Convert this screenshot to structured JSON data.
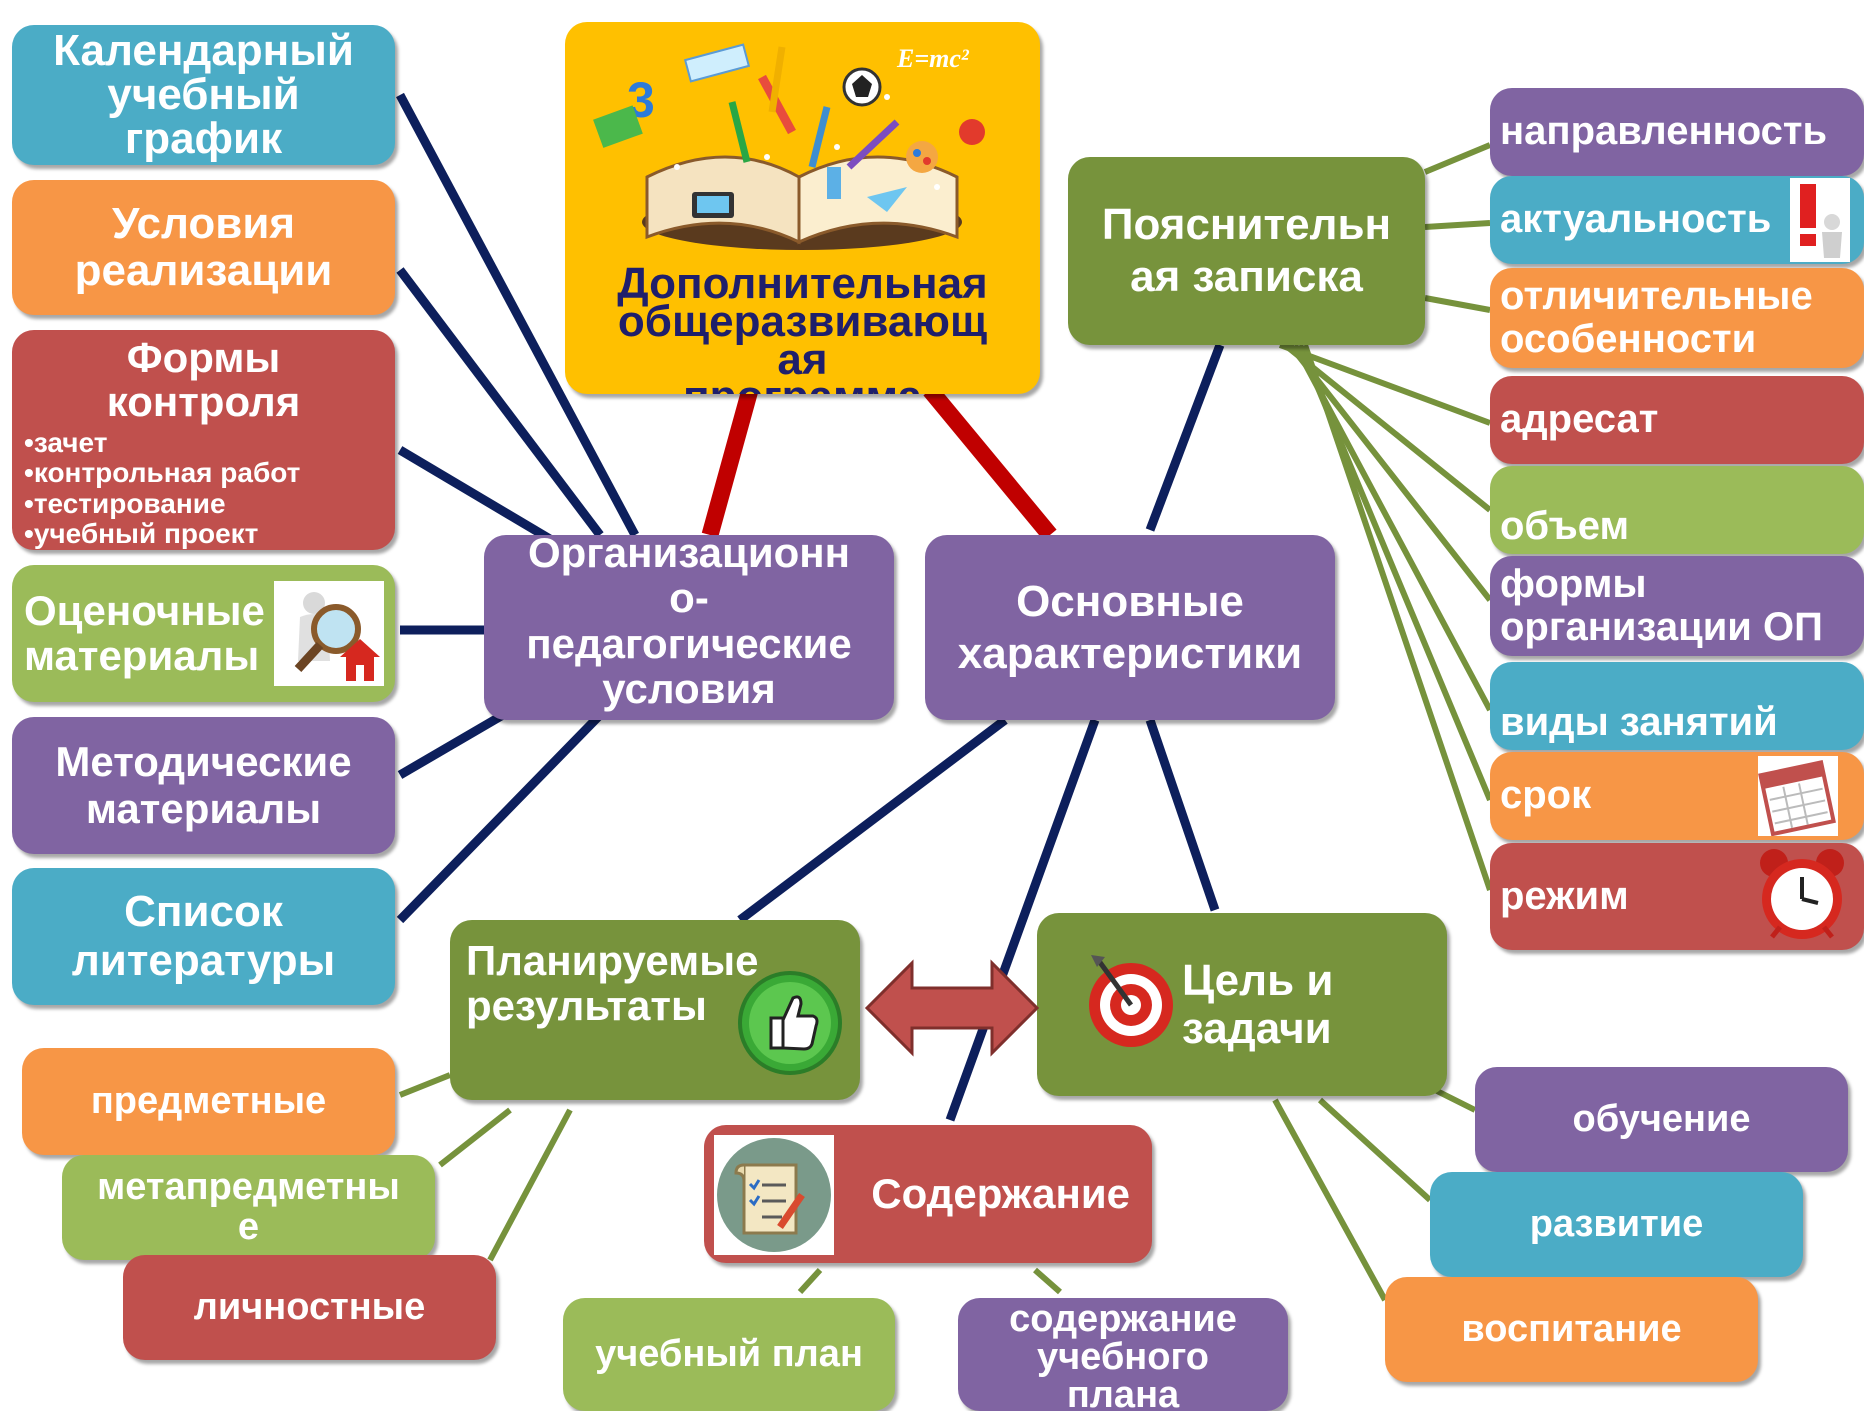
{
  "center": {
    "title_lines": [
      "Дополнительная",
      "общеразвивающ",
      "ая",
      "программа"
    ],
    "formula_text": "E=mc²",
    "colors": {
      "bg": "#ffc000",
      "title": "#1f1f6b"
    }
  },
  "main_nodes": {
    "org": [
      "Организационн",
      "о-",
      "педагогические",
      "условия"
    ],
    "osn": [
      "Основные",
      "характеристики"
    ],
    "poyasn": [
      "Пояснительн",
      "ая записка"
    ],
    "plan": [
      "Планируемые",
      "результаты"
    ],
    "cel": [
      "Цель и",
      "задачи"
    ],
    "soderzh": "Содержание"
  },
  "left_items": {
    "kalendar": [
      "Календарный",
      "учебный",
      "график"
    ],
    "usloviya": [
      "Условия",
      "реализации"
    ],
    "formy_title": [
      "Формы",
      "контроля"
    ],
    "formy_bullets": [
      "зачет",
      "контрольная работ",
      "тестирование",
      "учебный проект"
    ],
    "ocenoch": [
      "Оценочные",
      "материалы"
    ],
    "metod": [
      "Методические",
      "материалы"
    ],
    "spisok": [
      "Список",
      "литературы"
    ]
  },
  "right_items": {
    "napr": "направленность",
    "aktual": "актуальность",
    "otlich": [
      "отличительные",
      "особенности"
    ],
    "adresat": "адресат",
    "obem": "объем",
    "formy_org": [
      "формы",
      "организации ОП"
    ],
    "vidy": "виды занятий",
    "srok": "срок",
    "rezhim": "режим"
  },
  "results_items": {
    "predmet": "предметные",
    "metapredmet": [
      "метапредметны",
      "е"
    ],
    "lichnost": "личностные"
  },
  "content_items": {
    "uch_plan": "учебный план",
    "soderzh_plan": [
      "содержание",
      "учебного",
      "плана"
    ]
  },
  "goal_items": {
    "obuch": "обучение",
    "razv": "развитие",
    "vosp": "воспитание"
  },
  "colors": {
    "teal": "#4bacc6",
    "orange": "#f79646",
    "red": "#c0504d",
    "green": "#77933c",
    "light_green": "#9bbb59",
    "purple": "#8064a2",
    "navy_line": "#0d1f5c",
    "red_line": "#c00000",
    "green_line": "#76923c"
  },
  "icons": [
    "books-illustration",
    "magnifier-icon",
    "thumbs-up-icon",
    "target-icon",
    "checklist-icon",
    "warning-figure-icon",
    "calendar-icon",
    "alarm-clock-icon",
    "double-arrow-icon"
  ]
}
